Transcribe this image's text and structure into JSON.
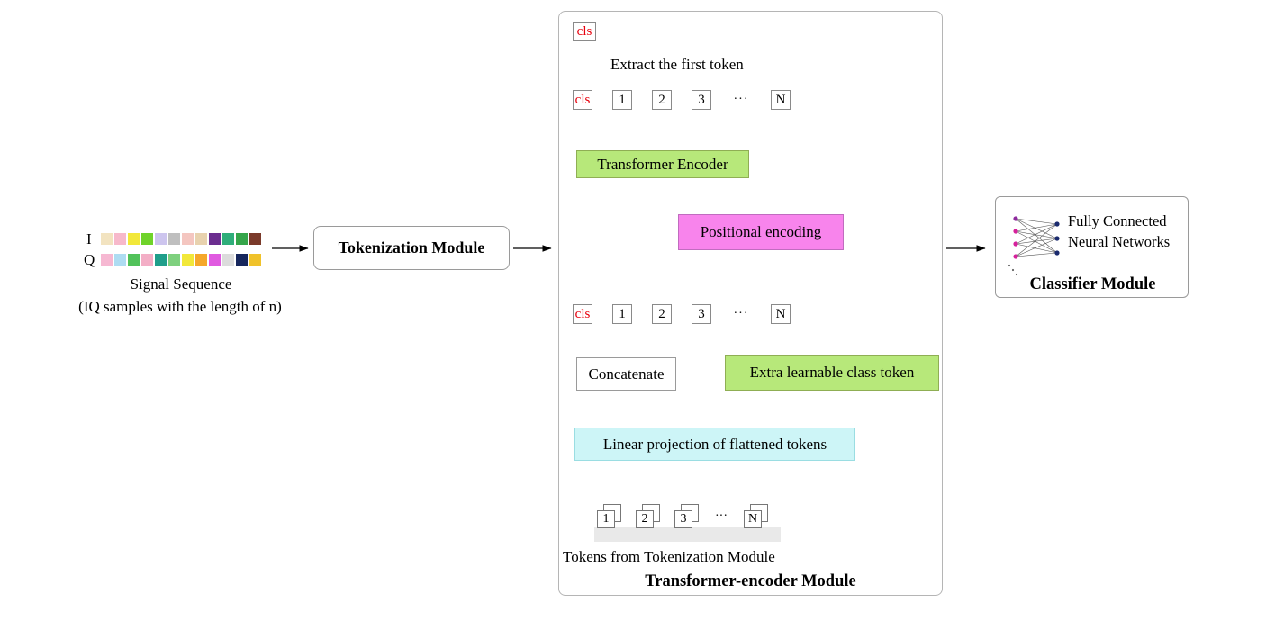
{
  "signal": {
    "i_label": "I",
    "q_label": "Q",
    "caption_line1": "Signal Sequence",
    "caption_line2": "(IQ samples with the length of n)",
    "i_colors": [
      "#f2e3c0",
      "#f7b9cb",
      "#f2e83a",
      "#6fd32a",
      "#cdc5ee",
      "#bfbfbf",
      "#f4c6c0",
      "#e8d2ae",
      "#6b2e8f",
      "#2fae7a",
      "#35a54a",
      "#7a3a2a"
    ],
    "q_colors": [
      "#f6b8d2",
      "#aedcf2",
      "#52c25a",
      "#f3aec6",
      "#1f9e8a",
      "#7ed07e",
      "#f2e83a",
      "#f5a82a",
      "#e05ae0",
      "#dcdcdc",
      "#16265c",
      "#f0c22a"
    ]
  },
  "tokenization": {
    "label": "Tokenization Module"
  },
  "encoder": {
    "title": "Transformer-encoder Module",
    "tokens_caption": "Tokens from Tokenization Module",
    "stacked_tokens": [
      "1",
      "2",
      "3",
      "···",
      "N"
    ],
    "linear_label": "Linear projection of flattened tokens",
    "concat_label": "Concatenate",
    "extra_label": "Extra learnable class token",
    "cls": "cls",
    "row_tokens": [
      "1",
      "2",
      "3",
      "···",
      "N"
    ],
    "positional_label": "Positional encoding",
    "encoder_label": "Transformer Encoder",
    "extract_label": "Extract the first token"
  },
  "classifier": {
    "title": "Classifier Module",
    "caption_line1": "Fully Connected",
    "caption_line2": "Neural Networks"
  },
  "colors": {
    "token_green": "#b7e87a",
    "projection_cyan": "#cdf5f7",
    "positional_magenta": "#f884ec",
    "cls_red": "#e8000d"
  }
}
